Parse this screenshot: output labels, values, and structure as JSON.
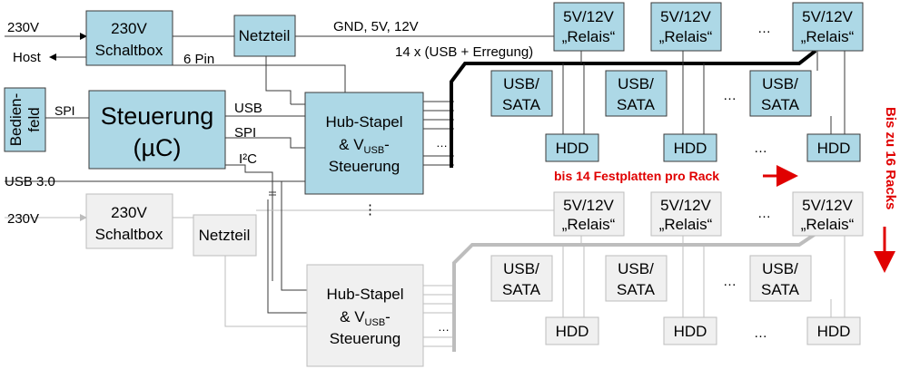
{
  "top": {
    "schaltbox": [
      "230V",
      "Schaltbox"
    ],
    "netzteil": "Netzteil",
    "steuerung": [
      "Steuerung",
      "(µC)"
    ],
    "bedienfeld": [
      "Bedien-",
      "feld"
    ],
    "hub": [
      "Hub-Stapel",
      "& V",
      "USB",
      "-",
      "Steuerung"
    ],
    "relais": [
      "5V/12V",
      "„Relais“"
    ],
    "usbsata": [
      "USB/",
      "SATA"
    ],
    "hdd": "HDD"
  },
  "bottom": {
    "schaltbox": [
      "230V",
      "Schaltbox"
    ],
    "netzteil": "Netzteil",
    "hub": [
      "Hub-Stapel",
      "& V",
      "USB",
      "-",
      "Steuerung"
    ],
    "relais": [
      "5V/12V",
      "„Relais“"
    ],
    "usbsata": [
      "USB/",
      "SATA"
    ],
    "hdd": "HDD"
  },
  "labels": {
    "in_230v_top": "230V",
    "host": "Host",
    "six_pin": "6 Pin",
    "gnd": "GND, 5V, 12V",
    "usb_bus": "14 x (USB + Erregung)",
    "spi_panel": "SPI",
    "usb": "USB",
    "spi": "SPI",
    "i2c": "I²C",
    "usb30": "USB 3.0",
    "in_230v_bottom": "230V",
    "ellipsis": "…",
    "vdots": "⋮",
    "per_rack": "bis 14 Festplatten pro Rack",
    "racks": "Bis zu 16 Racks"
  }
}
